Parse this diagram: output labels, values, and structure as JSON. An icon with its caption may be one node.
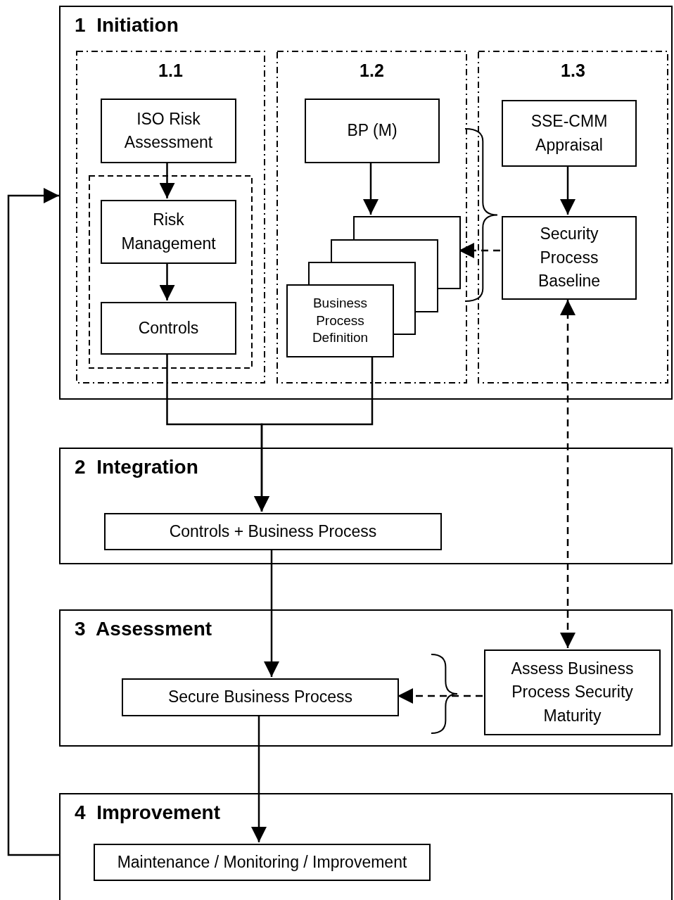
{
  "diagram": {
    "nodes": [
      {
        "text": [
          "1  Initiation"
        ]
      },
      {
        "text": [
          "1.1"
        ],
        "in": 0
      },
      {
        "text": [
          "ISO Risk Assessment"
        ],
        "in": 1
      },
      {
        "text": [],
        "shape": "box",
        "in": 1
      },
      {
        "text": [
          "Risk Management"
        ],
        "in": 3
      },
      {
        "text": [
          "Controls"
        ],
        "in": 3
      },
      {
        "text": [
          "1.2"
        ],
        "in": 0
      },
      {
        "text": [
          "BP (M)"
        ],
        "in": 6
      },
      {
        "text": [
          "Business Process Definition"
        ],
        "in": 6
      },
      {
        "text": [
          "1.3"
        ],
        "in": 0
      },
      {
        "text": [
          "SSE-CMM Appraisal"
        ],
        "in": 9
      },
      {
        "text": [
          "Security Process Baseline"
        ],
        "in": 9
      },
      {
        "text": [
          "2  Integration"
        ]
      },
      {
        "text": [
          "Controls + Business Process"
        ],
        "in": 12
      },
      {
        "text": [
          "3  Assessment"
        ]
      },
      {
        "text": [
          "Secure Business Process"
        ],
        "in": 14
      },
      {
        "text": [
          "Assess Business Process Security Maturity"
        ],
        "in": 14
      },
      {
        "text": [
          "4  Improvement"
        ]
      },
      {
        "text": [
          "Maintenance / Monitoring / Improvement"
        ],
        "in": 17
      }
    ],
    "edges": [
      {
        "from": 2,
        "to": 4,
        "arrow": "to"
      },
      {
        "from": 4,
        "to": 5,
        "arrow": "to"
      },
      {
        "from": 7,
        "to": 8,
        "arrow": "to"
      },
      {
        "from": 10,
        "to": 11,
        "arrow": "to"
      },
      {
        "from": 11,
        "to": 8,
        "arrow": "to",
        "style": "dashed"
      },
      {
        "from": 5,
        "to": 13,
        "arrow": "to"
      },
      {
        "from": 8,
        "to": 13,
        "arrow": "to"
      },
      {
        "from": 13,
        "to": 15,
        "arrow": "to"
      },
      {
        "from": 15,
        "to": 18,
        "arrow": "to"
      },
      {
        "from": 11,
        "to": 16,
        "arrow": "both",
        "style": "dashed"
      },
      {
        "from": 16,
        "to": 15,
        "arrow": "to",
        "style": "dashed"
      },
      {
        "from": 17,
        "to": 0,
        "arrow": "to"
      }
    ]
  }
}
